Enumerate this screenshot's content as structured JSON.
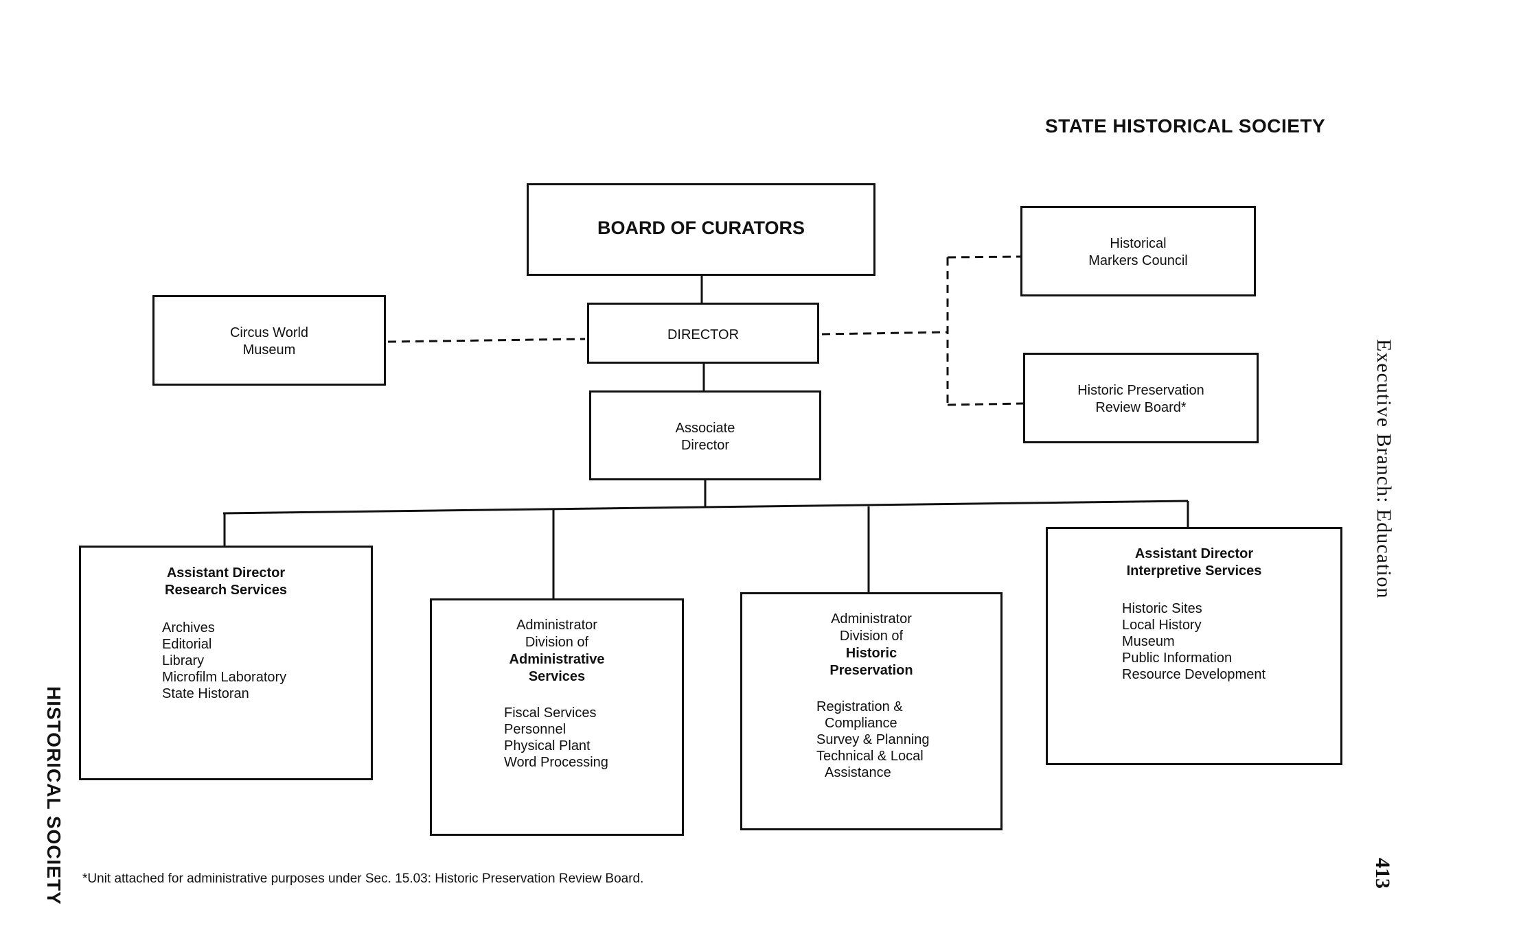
{
  "page": {
    "title": "STATE HISTORICAL SOCIETY",
    "side_left": "HISTORICAL SOCIETY",
    "side_right": "Executive Branch: Education",
    "page_number": "413",
    "footnote": "*Unit attached for administrative purposes under Sec. 15.03: Historic Preservation Review Board."
  },
  "nodes": {
    "board": {
      "label": "BOARD OF CURATORS"
    },
    "director": {
      "label": "DIRECTOR"
    },
    "associate": {
      "line1": "Associate",
      "line2": "Director"
    },
    "circus": {
      "line1": "Circus World",
      "line2": "Museum"
    },
    "markers": {
      "line1": "Historical",
      "line2": "Markers Council"
    },
    "preservation_board": {
      "line1": "Historic Preservation",
      "line2": "Review Board*"
    },
    "research": {
      "title1": "Assistant Director",
      "title2": "Research Services",
      "items": [
        "Archives",
        "Editorial",
        "Library",
        "Microfilm Laboratory",
        "State Histo­ran"
      ]
    },
    "admin": {
      "line1": "Administrator",
      "line2": "Division of",
      "bold1": "Administrative",
      "bold2": "Services",
      "items": [
        "Fiscal Services",
        "Personnel",
        "Physical Plant",
        "Word Processing"
      ]
    },
    "historic": {
      "line1": "Administrator",
      "line2": "Division of",
      "bold1": "Historic",
      "bold2": "Preservation",
      "items": [
        "Registration &",
        "Compliance",
        "Survey & Planning",
        "Technical & Local",
        "Assistance"
      ]
    },
    "interpretive": {
      "title1": "Assistant Director",
      "title2": "Interpretive Services",
      "items": [
        "Historic Sites",
        "Local History",
        "Museum",
        "Public Information",
        "Resource Development"
      ]
    }
  }
}
